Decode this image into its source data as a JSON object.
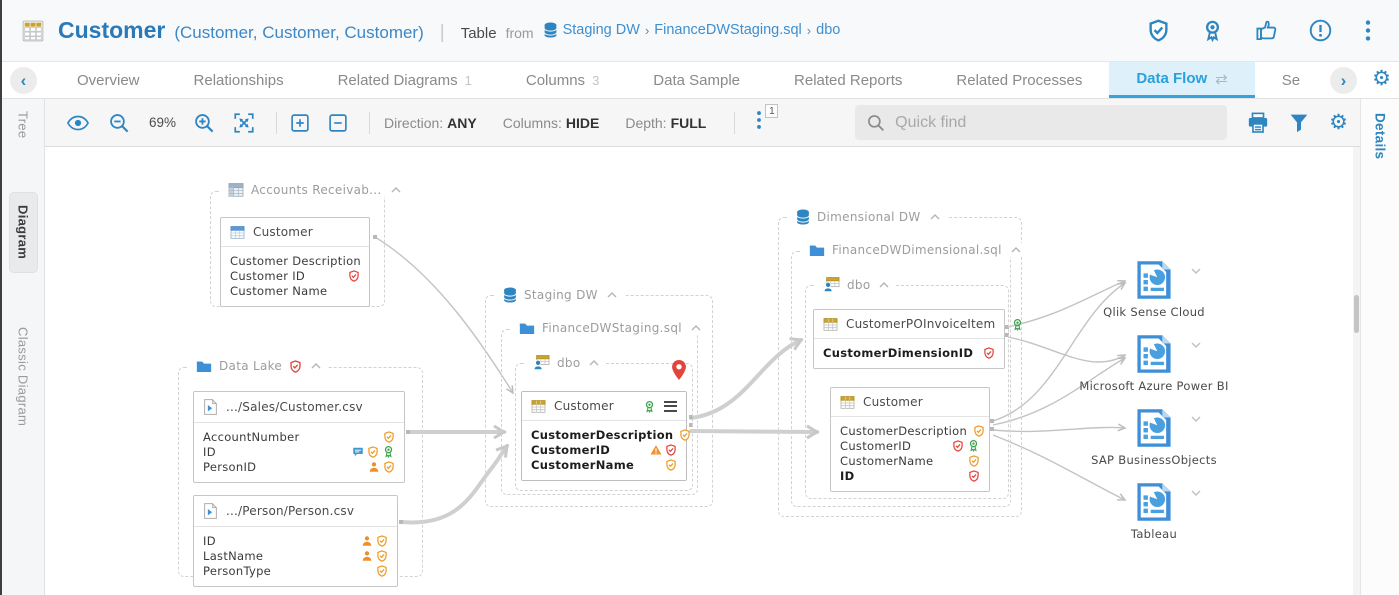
{
  "header": {
    "title": "Customer",
    "aliases": "(Customer, Customer, Customer)",
    "type_label": "Table",
    "from_label": "from",
    "source_path": [
      "Staging DW",
      "FinanceDWStaging.sql",
      "dbo"
    ],
    "action_icons": [
      "verified-shield-icon",
      "certification-badge-icon",
      "thumbs-up-icon",
      "issues-icon",
      "more-menu-icon"
    ]
  },
  "tab_bar": {
    "tabs": [
      {
        "label": "Overview"
      },
      {
        "label": "Relationships"
      },
      {
        "label": "Related Diagrams",
        "count": "1"
      },
      {
        "label": "Columns",
        "count": "3"
      },
      {
        "label": "Data Sample"
      },
      {
        "label": "Related Reports"
      },
      {
        "label": "Related Processes"
      },
      {
        "label": "Data Flow",
        "active": true
      },
      {
        "label": "Se"
      }
    ]
  },
  "toolbar": {
    "zoom_level": "69%",
    "direction_label": "Direction:",
    "direction_value": "ANY",
    "columns_label": "Columns:",
    "columns_value": "HIDE",
    "depth_label": "Depth:",
    "depth_value": "FULL",
    "more_badge": "1",
    "search_placeholder": "Quick find"
  },
  "left_panel": {
    "tabs": [
      {
        "label": "Tree"
      },
      {
        "label": "Diagram",
        "active": true
      },
      {
        "label": "Classic Diagram"
      }
    ]
  },
  "right_panel": {
    "tab": "Details"
  },
  "diagram": {
    "groups": {
      "accounts_receivable": {
        "label": "Accounts Receivab...",
        "icon": "application-table-icon"
      },
      "data_lake": {
        "label": "Data Lake",
        "icon": "folder-icon",
        "badge": "shield-red"
      },
      "staging_dw": {
        "label": "Staging DW",
        "icon": "database-icon"
      },
      "finance_dw_staging": {
        "label": "FinanceDWStaging.sql",
        "icon": "folder-icon"
      },
      "staging_dbo": {
        "label": "dbo",
        "icon": "schema-icon"
      },
      "dimensional_dw": {
        "label": "Dimensional DW",
        "icon": "database-icon"
      },
      "finance_dw_dimensional": {
        "label": "FinanceDWDimensional.sql",
        "icon": "folder-icon"
      },
      "dimensional_dbo": {
        "label": "dbo",
        "icon": "schema-icon"
      }
    },
    "nodes": {
      "ar_customer": {
        "title": "Customer",
        "columns": [
          {
            "name": "Customer Description",
            "icons": []
          },
          {
            "name": "Customer ID",
            "icons": [
              "shield-red"
            ]
          },
          {
            "name": "Customer Name",
            "icons": []
          }
        ]
      },
      "sales_csv": {
        "title": ".../Sales/Customer.csv",
        "columns": [
          {
            "name": "AccountNumber",
            "icons": [
              "shield-orange"
            ]
          },
          {
            "name": "ID",
            "icons": [
              "comment-blue",
              "shield-orange",
              "award-green"
            ]
          },
          {
            "name": "PersonID",
            "icons": [
              "person-orange",
              "shield-orange"
            ]
          }
        ]
      },
      "person_csv": {
        "title": ".../Person/Person.csv",
        "columns": [
          {
            "name": "ID",
            "icons": [
              "person-orange",
              "shield-orange"
            ]
          },
          {
            "name": "LastName",
            "icons": [
              "person-orange",
              "shield-orange"
            ]
          },
          {
            "name": "PersonType",
            "icons": [
              "shield-orange"
            ]
          }
        ]
      },
      "staging_customer": {
        "title": "Customer",
        "header_icons": [
          "award-green",
          "menu-icon"
        ],
        "pin": "location-pin-red",
        "columns": [
          {
            "name": "CustomerDescription",
            "bold": true,
            "icons": [
              "shield-orange"
            ]
          },
          {
            "name": "CustomerID",
            "bold": true,
            "icons": [
              "warning-orange",
              "shield-red"
            ]
          },
          {
            "name": "CustomerName",
            "bold": true,
            "icons": [
              "shield-orange"
            ]
          }
        ]
      },
      "po_invoice_item": {
        "title": "CustomerPOInvoiceItem",
        "header_icons": [
          "award-green"
        ],
        "columns": [
          {
            "name": "CustomerDimensionID",
            "bold": true,
            "icons": [
              "shield-red"
            ]
          }
        ]
      },
      "dim_customer": {
        "title": "Customer",
        "columns": [
          {
            "name": "CustomerDescription",
            "icons": [
              "shield-orange"
            ]
          },
          {
            "name": "CustomerID",
            "icons": [
              "shield-red",
              "award-green"
            ]
          },
          {
            "name": "CustomerName",
            "icons": [
              "shield-orange"
            ]
          },
          {
            "name": "ID",
            "bold": true,
            "icons": [
              "shield-red"
            ]
          }
        ]
      }
    },
    "bi_tools": [
      {
        "label": "Qlik Sense Cloud"
      },
      {
        "label": "Microsoft Azure Power BI"
      },
      {
        "label": "SAP BusinessObjects"
      },
      {
        "label": "Tableau"
      }
    ],
    "colors": {
      "accent_blue": "#2e86c1",
      "orange": "#ef9b28",
      "red": "#e2453c",
      "green": "#3da44d",
      "line_gray": "#cbcbcb"
    }
  }
}
